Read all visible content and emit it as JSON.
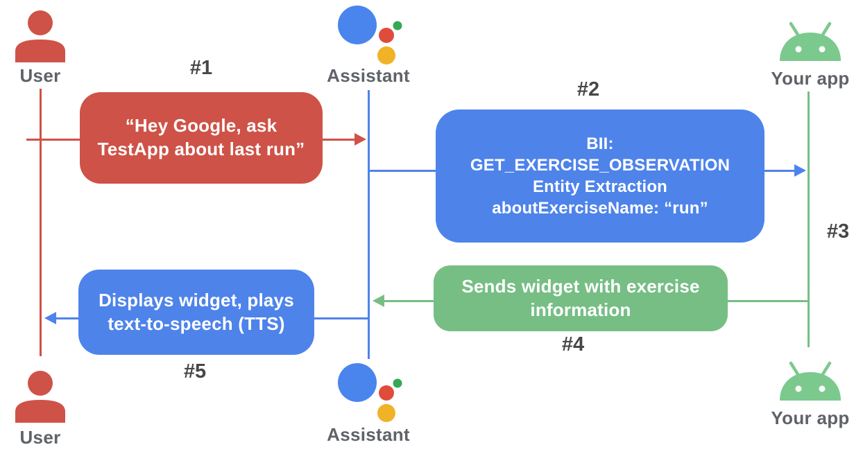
{
  "colors": {
    "red": "#CE5247",
    "blue": "#4E83EA",
    "green": "#76BE84",
    "logo-blue": "#4A85EE",
    "logo-red": "#DF4C3B",
    "logo-green": "#34A853",
    "logo-yellow": "#F0B327",
    "android-green": "#7CC98E",
    "label-gray": "#5F6368",
    "step-gray": "#474747"
  },
  "actors": {
    "user_top": "User",
    "assistant_top": "Assistant",
    "app_top": "Your app",
    "user_bottom": "User",
    "assistant_bottom": "Assistant",
    "app_bottom": "Your app"
  },
  "steps": {
    "n1": "#1",
    "n2": "#2",
    "n3": "#3",
    "n4": "#4",
    "n5": "#5"
  },
  "messages": {
    "m1": "“Hey Google, ask\nTestApp about last run”",
    "m2": "BII:\nGET_EXERCISE_OBSERVATION\nEntity Extraction\naboutExerciseName: “run”",
    "m4": "Sends widget with exercise\ninformation",
    "m5": "Displays widget, plays\ntext-to-speech (TTS)"
  }
}
